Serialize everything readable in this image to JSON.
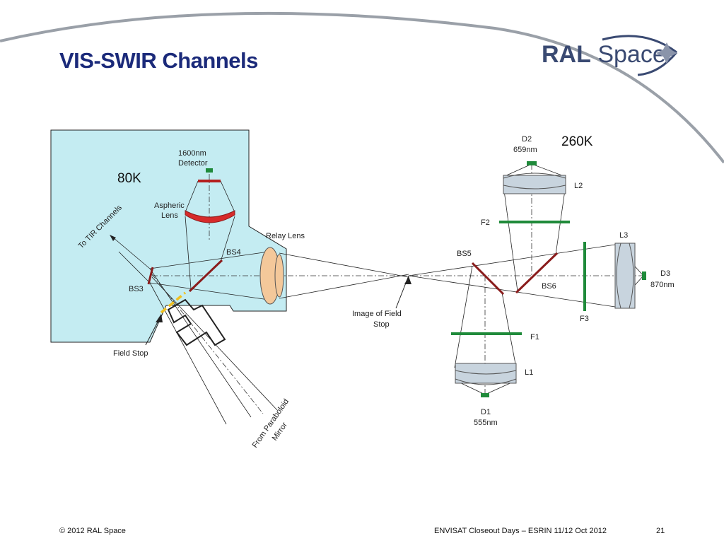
{
  "slide": {
    "title": "VIS-SWIR Channels",
    "footer_left": "© 2012 RAL Space",
    "footer_center": "ENVISAT Closeout Days – ESRIN 11/12 Oct 2012",
    "page_number": "21"
  },
  "logo": {
    "part1": "RAL",
    "part2": " Space"
  },
  "colors": {
    "title": "#1b2a7a",
    "cold_box": "#c4ecf2",
    "mirror": "#8a1c1c",
    "filter": "#1f8a3a",
    "lens": "#c8d4de",
    "relay_lens": "#f4c89a",
    "field_stop": "#f0c020"
  },
  "diagram": {
    "temp_cold": "80K",
    "temp_warm": "260K",
    "detector_1600_line1": "1600nm",
    "detector_1600_line2": "Detector",
    "aspheric_line1": "Aspheric",
    "aspheric_line2": "Lens",
    "to_tir": "To TIR Channels",
    "bs3": "BS3",
    "bs4": "BS4",
    "bs5": "BS5",
    "bs6": "BS6",
    "relay_lens": "Relay Lens",
    "field_stop": "Field Stop",
    "image_field_stop_line1": "Image of Field",
    "image_field_stop_line2": "Stop",
    "from_paraboloid_line1": "From Paraboloid",
    "from_paraboloid_line2": "Mirror",
    "d2": "D2",
    "d2_wl": "659nm",
    "l2": "L2",
    "f2": "F2",
    "l3": "L3",
    "d3": "D3",
    "d3_wl": "870nm",
    "f3": "F3",
    "f1": "F1",
    "l1": "L1",
    "d1": "D1",
    "d1_wl": "555nm"
  }
}
